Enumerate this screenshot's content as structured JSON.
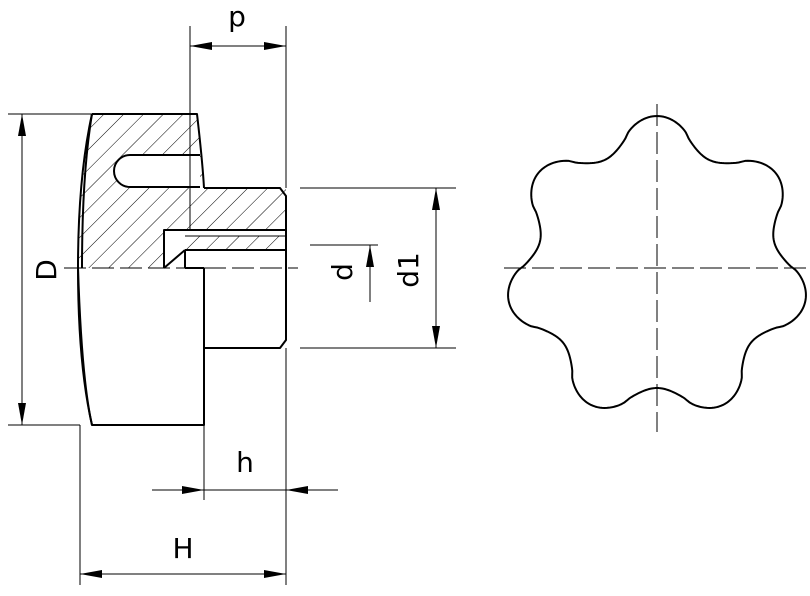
{
  "diagram": {
    "labels": {
      "p": "p",
      "D": "D",
      "d": "d",
      "d1": "d1",
      "h": "h",
      "H": "H"
    },
    "colors": {
      "line": "#000000",
      "background": "#ffffff"
    }
  }
}
